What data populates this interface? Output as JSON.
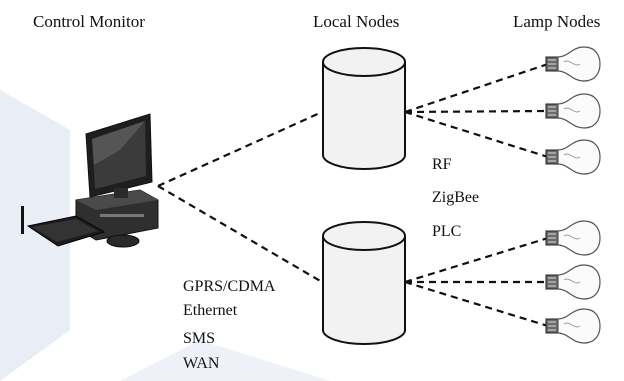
{
  "headers": {
    "control_monitor": "Control Monitor",
    "local_nodes": "Local Nodes",
    "lamp_nodes": "Lamp Nodes"
  },
  "local_link_protocols": [
    "RF",
    "ZigBee",
    "PLC"
  ],
  "backhaul_protocols": [
    "GPRS/CDMA",
    "Ethernet",
    "SMS",
    "WAN"
  ],
  "colors": {
    "line": "#111111",
    "node_fill": "#f2f2f2",
    "monitor_body": "#2a2a2a",
    "background_shape": "#e9eef6"
  },
  "icons": {
    "computer": "desktop-computer-icon",
    "local_node": "cylinder-node-icon",
    "lamp": "light-bulb-icon"
  }
}
